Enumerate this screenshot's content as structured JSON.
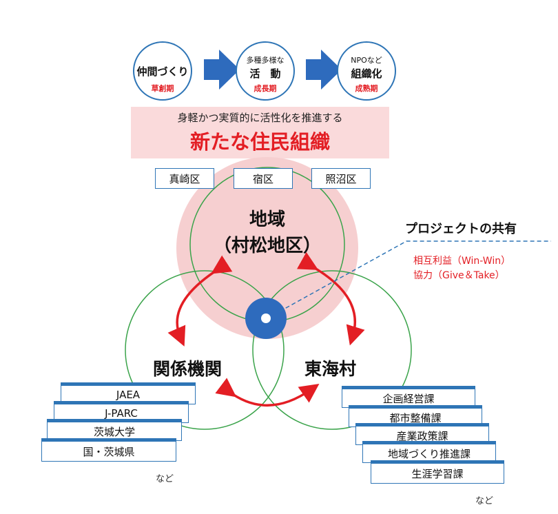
{
  "stages": [
    {
      "top": "",
      "main": "仲間づくり",
      "period": "草創期"
    },
    {
      "top": "多種多様な",
      "main": "活　動",
      "period": "成長期"
    },
    {
      "top": "NPOなど",
      "main": "組織化",
      "period": "成熟期"
    }
  ],
  "banner": {
    "subtitle": "身軽かつ実質的に活性化を推進する",
    "title": "新たな住民組織"
  },
  "wards": [
    "真崎区",
    "宿区",
    "照沼区"
  ],
  "region": {
    "line1": "地域",
    "line2": "（村松地区）"
  },
  "institutions": {
    "label": "関係機関",
    "items": [
      "JAEA",
      "J-PARC",
      "茨城大学",
      "国・茨城県"
    ],
    "etc": "など"
  },
  "village": {
    "label": "東海村",
    "items": [
      "企画経営課",
      "都市整備課",
      "産業政策課",
      "地域づくり推進課",
      "生涯学習課"
    ],
    "etc": "など"
  },
  "project": {
    "title": "プロジェクトの共有",
    "line1": "相互利益（Win-Win）",
    "line2": "協力（Give＆Take）"
  },
  "colors": {
    "arrow": "#e31e24",
    "circle": "#3aa34a",
    "accent": "#2e75b6",
    "pink": "#f6cfd0",
    "banner": "#fadadb"
  }
}
